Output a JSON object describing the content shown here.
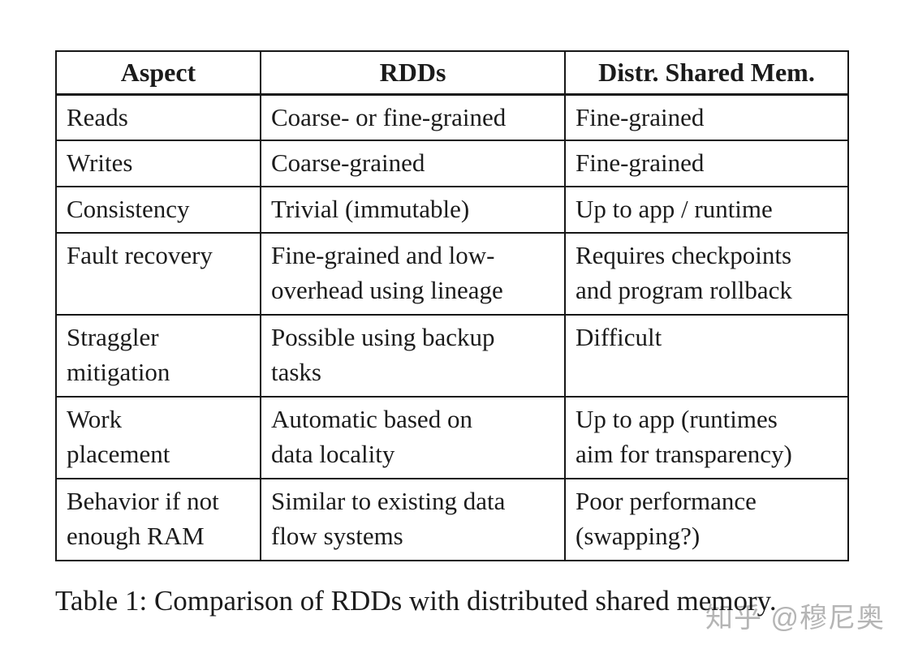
{
  "table": {
    "headers": [
      "Aspect",
      "RDDs",
      "Distr. Shared Mem."
    ],
    "rows": [
      [
        "Reads",
        "Coarse- or fine-grained",
        "Fine-grained"
      ],
      [
        "Writes",
        "Coarse-grained",
        "Fine-grained"
      ],
      [
        "Consistency",
        "Trivial (immutable)",
        "Up to app / runtime"
      ],
      [
        "Fault recovery",
        "Fine-grained and low-\noverhead using lineage",
        "Requires checkpoints\nand program rollback"
      ],
      [
        "Straggler\nmitigation",
        "Possible using backup\ntasks",
        "Difficult"
      ],
      [
        "Work\nplacement",
        "Automatic based on\ndata locality",
        "Up to app (runtimes\naim for transparency)"
      ],
      [
        "Behavior if not\nenough RAM",
        "Similar to existing data\nflow systems",
        "Poor performance\n(swapping?)"
      ]
    ]
  },
  "caption": "Table 1: Comparison of RDDs with distributed shared memory.",
  "watermark": "知乎 @穆尼奥",
  "colors": {
    "text": "#1b1b1b",
    "border": "#161616",
    "watermark": "#b5b5b5",
    "background": "#ffffff"
  }
}
